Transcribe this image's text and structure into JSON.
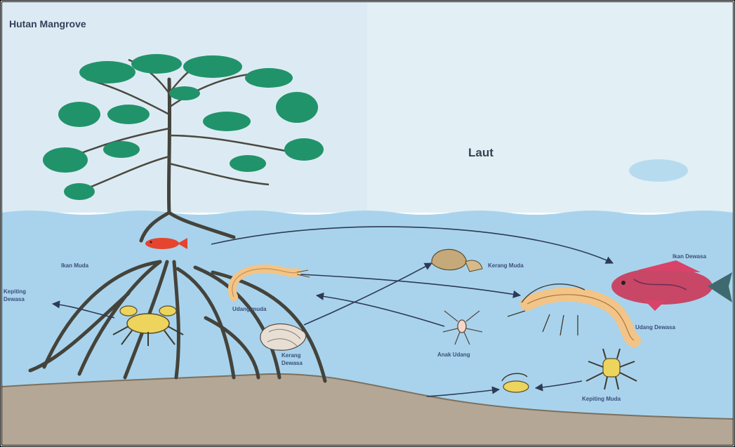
{
  "diagram": {
    "title": "Hutan Mangrove",
    "sea_label": "Laut",
    "labels": {
      "ikan_muda": "Ikan Muda",
      "ikan_dewasa": "Ikan Dewasa",
      "kepiting_dewasa_1": "Kepiting",
      "kepiting_dewasa_2": "Dewasa",
      "udang_muda": "Udang muda",
      "kerang_muda": "Kerang Muda",
      "udang_dewasa": "Udang Dewasa",
      "anak_udang": "Anak Udang",
      "kerang_dewasa_1": "Kerang",
      "kerang_dewasa_2": "Dewasa",
      "kepiting_muda": "Kepiting Muda"
    }
  },
  "colors": {
    "sky": "#dcebf3",
    "water": "#a9d3ec",
    "mud": "#b4a795",
    "foliage": "#21936a",
    "trunk": "#44433b",
    "fish_adult": "#c84766",
    "fish_young": "#e5452f",
    "shrimp": "#f2c487",
    "crab": "#ecd45d"
  },
  "icons": [
    "mangrove-tree-icon",
    "young-fish-icon",
    "adult-fish-icon",
    "adult-crab-icon",
    "young-crab-icon",
    "young-shrimp-icon",
    "adult-shrimp-icon",
    "baby-shrimp-icon",
    "young-clam-icon",
    "adult-clam-icon"
  ]
}
